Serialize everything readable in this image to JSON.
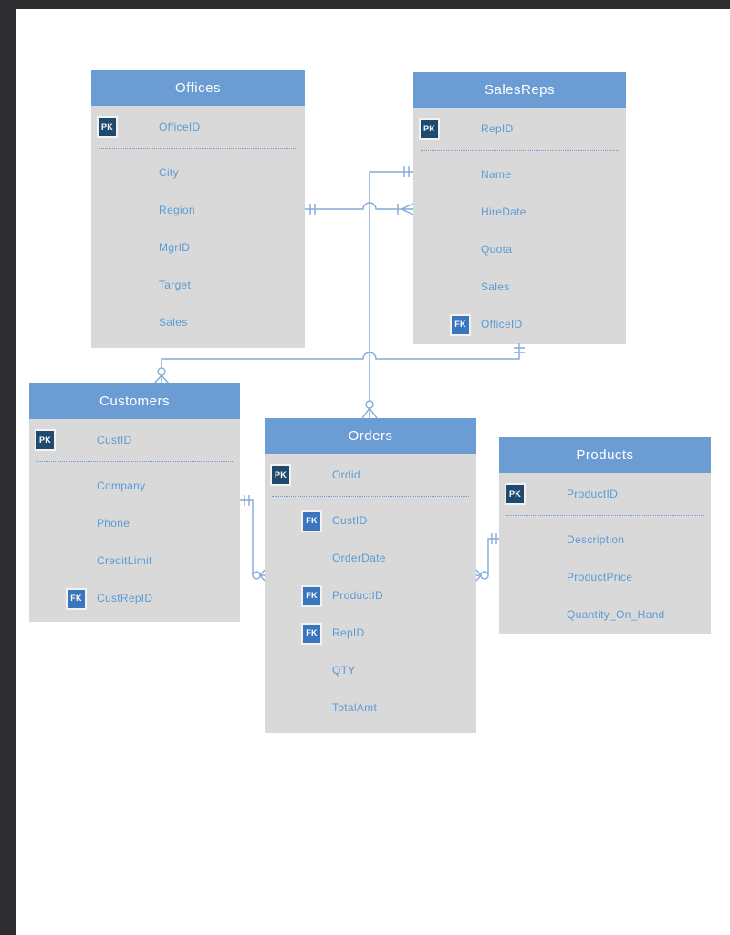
{
  "page": {
    "background": "#ffffff",
    "frame_color": "#2e2e30",
    "canvas": "white drawing canvas with dark frame on top and left edges"
  },
  "colors": {
    "table_header": "#6b9dd4",
    "table_body": "#d9d9d9",
    "pk_badge": "#1f4a6e",
    "fk_badge": "#3a76be",
    "field_text": "#5b9bd5",
    "relationship_line": "#84a9da"
  },
  "tables": {
    "offices": {
      "title": "Offices",
      "fields": [
        {
          "key": "PK",
          "name": "OfficeID"
        },
        {
          "name": "City"
        },
        {
          "name": "Region"
        },
        {
          "name": "MgrID"
        },
        {
          "name": "Target"
        },
        {
          "name": "Sales"
        }
      ]
    },
    "salesreps": {
      "title": "SalesReps",
      "fields": [
        {
          "key": "PK",
          "name": "RepID"
        },
        {
          "name": "Name"
        },
        {
          "name": "HireDate"
        },
        {
          "name": "Quota"
        },
        {
          "name": "Sales"
        },
        {
          "key": "FK",
          "name": "OfficeID"
        }
      ]
    },
    "customers": {
      "title": "Customers",
      "fields": [
        {
          "key": "PK",
          "name": "CustID"
        },
        {
          "name": "Company"
        },
        {
          "name": "Phone"
        },
        {
          "name": "CreditLimit"
        },
        {
          "key": "FK",
          "name": "CustRepID"
        }
      ]
    },
    "orders": {
      "title": "Orders",
      "fields": [
        {
          "key": "PK",
          "name": "Ordid"
        },
        {
          "key": "FK",
          "name": "CustID"
        },
        {
          "name": "OrderDate"
        },
        {
          "key": "FK",
          "name": "ProductID"
        },
        {
          "key": "FK",
          "name": "RepID"
        },
        {
          "name": "QTY"
        },
        {
          "name": "TotalAmt"
        }
      ]
    },
    "products": {
      "title": "Products",
      "fields": [
        {
          "key": "PK",
          "name": "ProductID"
        },
        {
          "name": "Description"
        },
        {
          "name": "ProductPrice"
        },
        {
          "name": "Quantity_On_Hand"
        }
      ]
    }
  },
  "relationships": [
    {
      "from": "Offices",
      "to": "SalesReps",
      "from_end": "one (double tick)",
      "to_end": "one-or-many (tick + crow's foot)"
    },
    {
      "from": "SalesReps",
      "to": "Orders",
      "from_end": "one (double tick)",
      "to_end": "zero-or-many (circle + crow's foot)"
    },
    {
      "from": "SalesReps",
      "to": "Customers",
      "from_end": "one (double tick)",
      "to_end": "zero-or-many (circle + crow's foot)"
    },
    {
      "from": "Customers",
      "to": "Orders",
      "from_end": "one (double tick)",
      "to_end": "zero-or-many (circle + crow's foot)"
    },
    {
      "from": "Products",
      "to": "Orders",
      "from_end": "one (double tick)",
      "to_end": "zero-or-many (circle + crow's foot)"
    }
  ]
}
